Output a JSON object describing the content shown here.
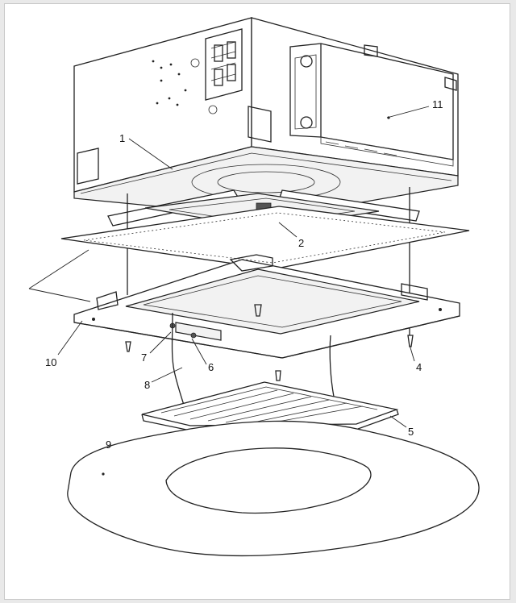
{
  "diagram": {
    "callouts": [
      {
        "id": "1",
        "label": "1"
      },
      {
        "id": "2",
        "label": "2"
      },
      {
        "id": "4",
        "label": "4"
      },
      {
        "id": "5",
        "label": "5"
      },
      {
        "id": "6",
        "label": "6"
      },
      {
        "id": "7",
        "label": "7"
      },
      {
        "id": "8",
        "label": "8"
      },
      {
        "id": "9",
        "label": "9"
      },
      {
        "id": "10",
        "label": "10"
      },
      {
        "id": "11",
        "label": "11"
      }
    ]
  }
}
